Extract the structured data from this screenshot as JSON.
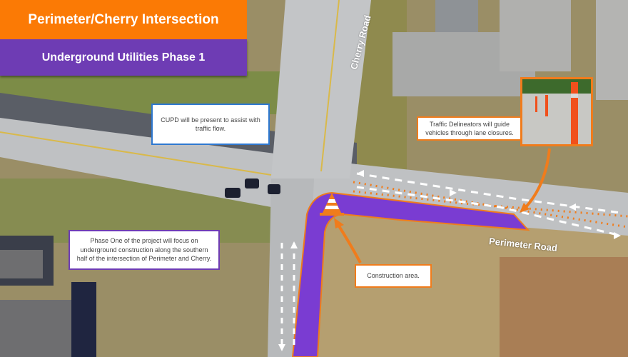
{
  "header": {
    "title": "Perimeter/Cherry Intersection",
    "subtitle": "Underground Utilities Phase 1",
    "title_color": "#fb7a05",
    "subtitle_color": "#6e3cb4"
  },
  "callouts": {
    "cupd": "CUPD will be present to assist with traffic flow.",
    "delineators": "Traffic Delineators will guide vehicles through lane closures.",
    "phase_one": "Phase One of the project will focus on underground construction along the southern half of the intersection of Perimeter and Cherry.",
    "construction": "Construction area."
  },
  "road_labels": {
    "cherry": "Cherry Road",
    "perimeter": "Perimeter Road"
  },
  "map": {
    "construction_zone_color": "#7a3cd2",
    "construction_outline_color": "#f07c1c",
    "lane_arrow_color": "#ffffff",
    "delineator_dots_color": "#f07c1c",
    "icons": [
      "traffic-cone-icon",
      "arrow-pointer-icon",
      "delineator-photo"
    ]
  }
}
